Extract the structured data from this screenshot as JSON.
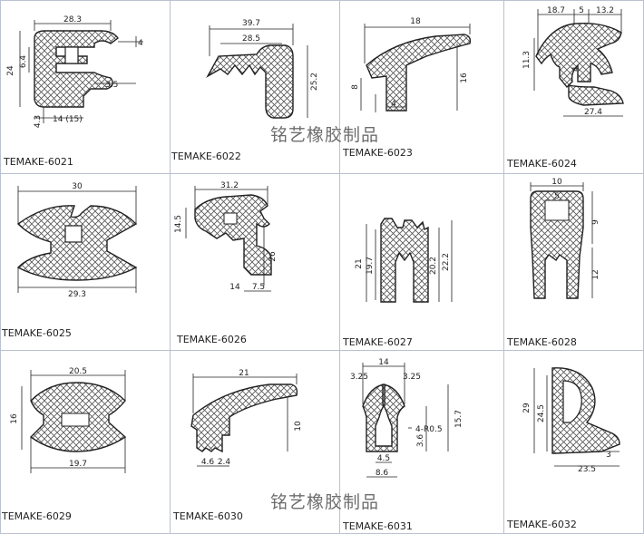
{
  "watermark": "铭艺橡胶制品",
  "colors": {
    "grid_line": "#b9c2cf",
    "outline": "#222222",
    "hatch": "#555555"
  },
  "profiles": [
    {
      "label": "TEMAKE-6021",
      "dims": [
        "28.3",
        "4",
        "6.4",
        "24",
        "3.5",
        "4.3",
        "14 (15)"
      ]
    },
    {
      "label": "TEMAKE-6022",
      "dims": [
        "39.7",
        "28.5",
        "25.2"
      ]
    },
    {
      "label": "TEMAKE-6023",
      "dims": [
        "18",
        "8",
        "4",
        "16"
      ]
    },
    {
      "label": "TEMAKE-6024",
      "dims": [
        "18.7",
        "5",
        "13.2",
        "11.3",
        "4",
        "27.4"
      ]
    },
    {
      "label": "TEMAKE-6025",
      "dims": [
        "30",
        "29.3"
      ]
    },
    {
      "label": "TEMAKE-6026",
      "dims": [
        "31.2",
        "14.5",
        "26",
        "14",
        "7.5"
      ]
    },
    {
      "label": "TEMAKE-6027",
      "dims": [
        "21",
        "19.7",
        "20.2",
        "22.2"
      ]
    },
    {
      "label": "TEMAKE-6028",
      "dims": [
        "10",
        "5",
        "9",
        "12"
      ]
    },
    {
      "label": "TEMAKE-6029",
      "dims": [
        "20.5",
        "16",
        "19.7"
      ]
    },
    {
      "label": "TEMAKE-6030",
      "dims": [
        "21",
        "10",
        "4.6",
        "2.4"
      ]
    },
    {
      "label": "TEMAKE-6031",
      "dims": [
        "14",
        "3.25",
        "3.25",
        "4-R0.5",
        "3.6",
        "15.7",
        "4.5",
        "8.6"
      ]
    },
    {
      "label": "TEMAKE-6032",
      "dims": [
        "29",
        "24.5",
        "3",
        "23.5"
      ]
    }
  ]
}
